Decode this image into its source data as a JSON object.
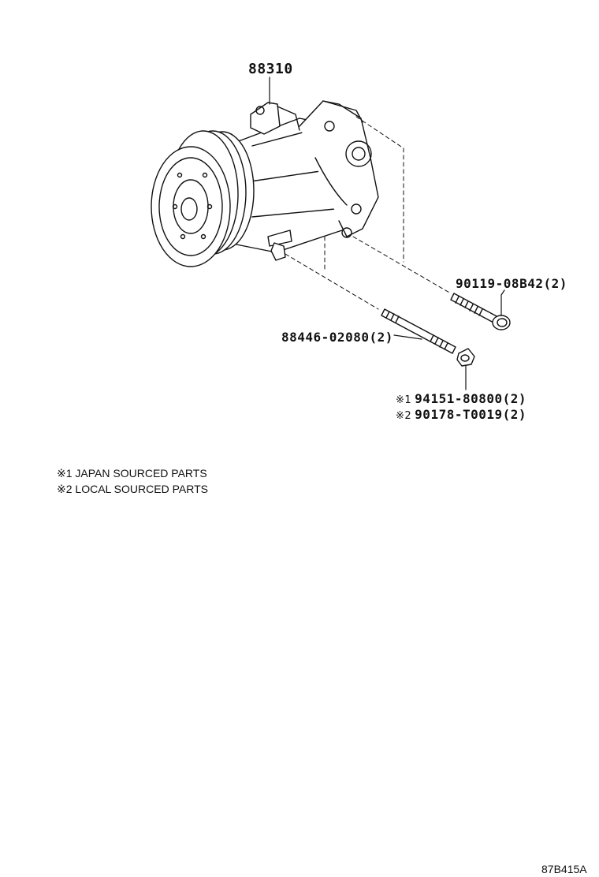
{
  "diagram": {
    "labels": {
      "compressor": "88310",
      "bolt_short": "90119-08B42(2)",
      "stud_bolt": "88446-02080(2)",
      "nut_japan_mark": "※1",
      "nut_japan": "94151-80800(2)",
      "nut_local_mark": "※2",
      "nut_local": "90178-T0019(2)"
    },
    "notes": [
      "※1 JAPAN SOURCED PARTS",
      "※2 LOCAL SOURCED PARTS"
    ],
    "reference_code": "87B415A",
    "colors": {
      "line": "#111111",
      "background": "#ffffff"
    }
  }
}
